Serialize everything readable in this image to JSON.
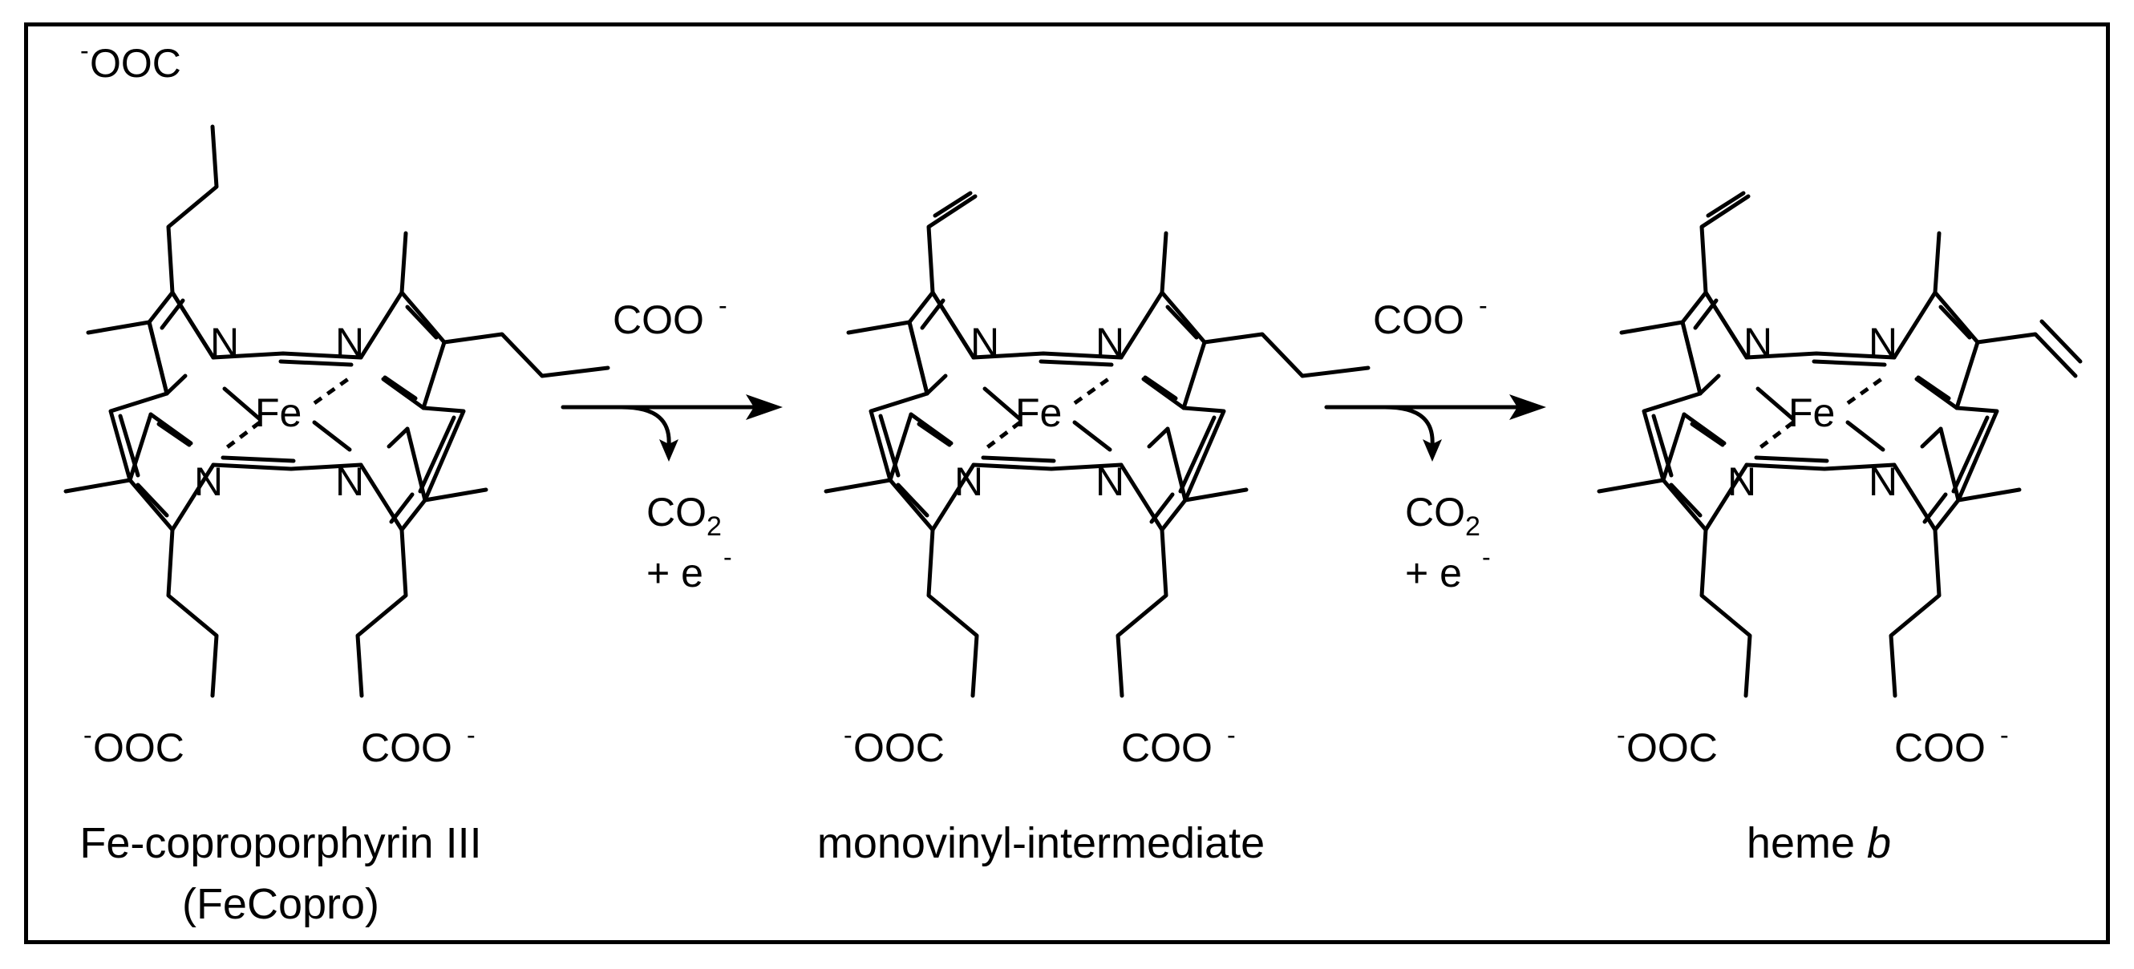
{
  "atoms": {
    "N": "N",
    "Fe": "Fe",
    "carboxylate": "COO",
    "carboxylate_left": "OOC",
    "charge": "-"
  },
  "steps": [
    {
      "loss": "CO",
      "loss_subscript": "2",
      "electron": "+ e",
      "electron_charge": "-"
    },
    {
      "loss": "CO",
      "loss_subscript": "2",
      "electron": "+ e",
      "electron_charge": "-"
    }
  ],
  "compounds": [
    {
      "name": "Fe-coproporphyrin III",
      "abbreviation": "(FeCopro)"
    },
    {
      "name": "monovinyl-intermediate"
    },
    {
      "name_prefix": "heme ",
      "name_italic": "b"
    }
  ]
}
